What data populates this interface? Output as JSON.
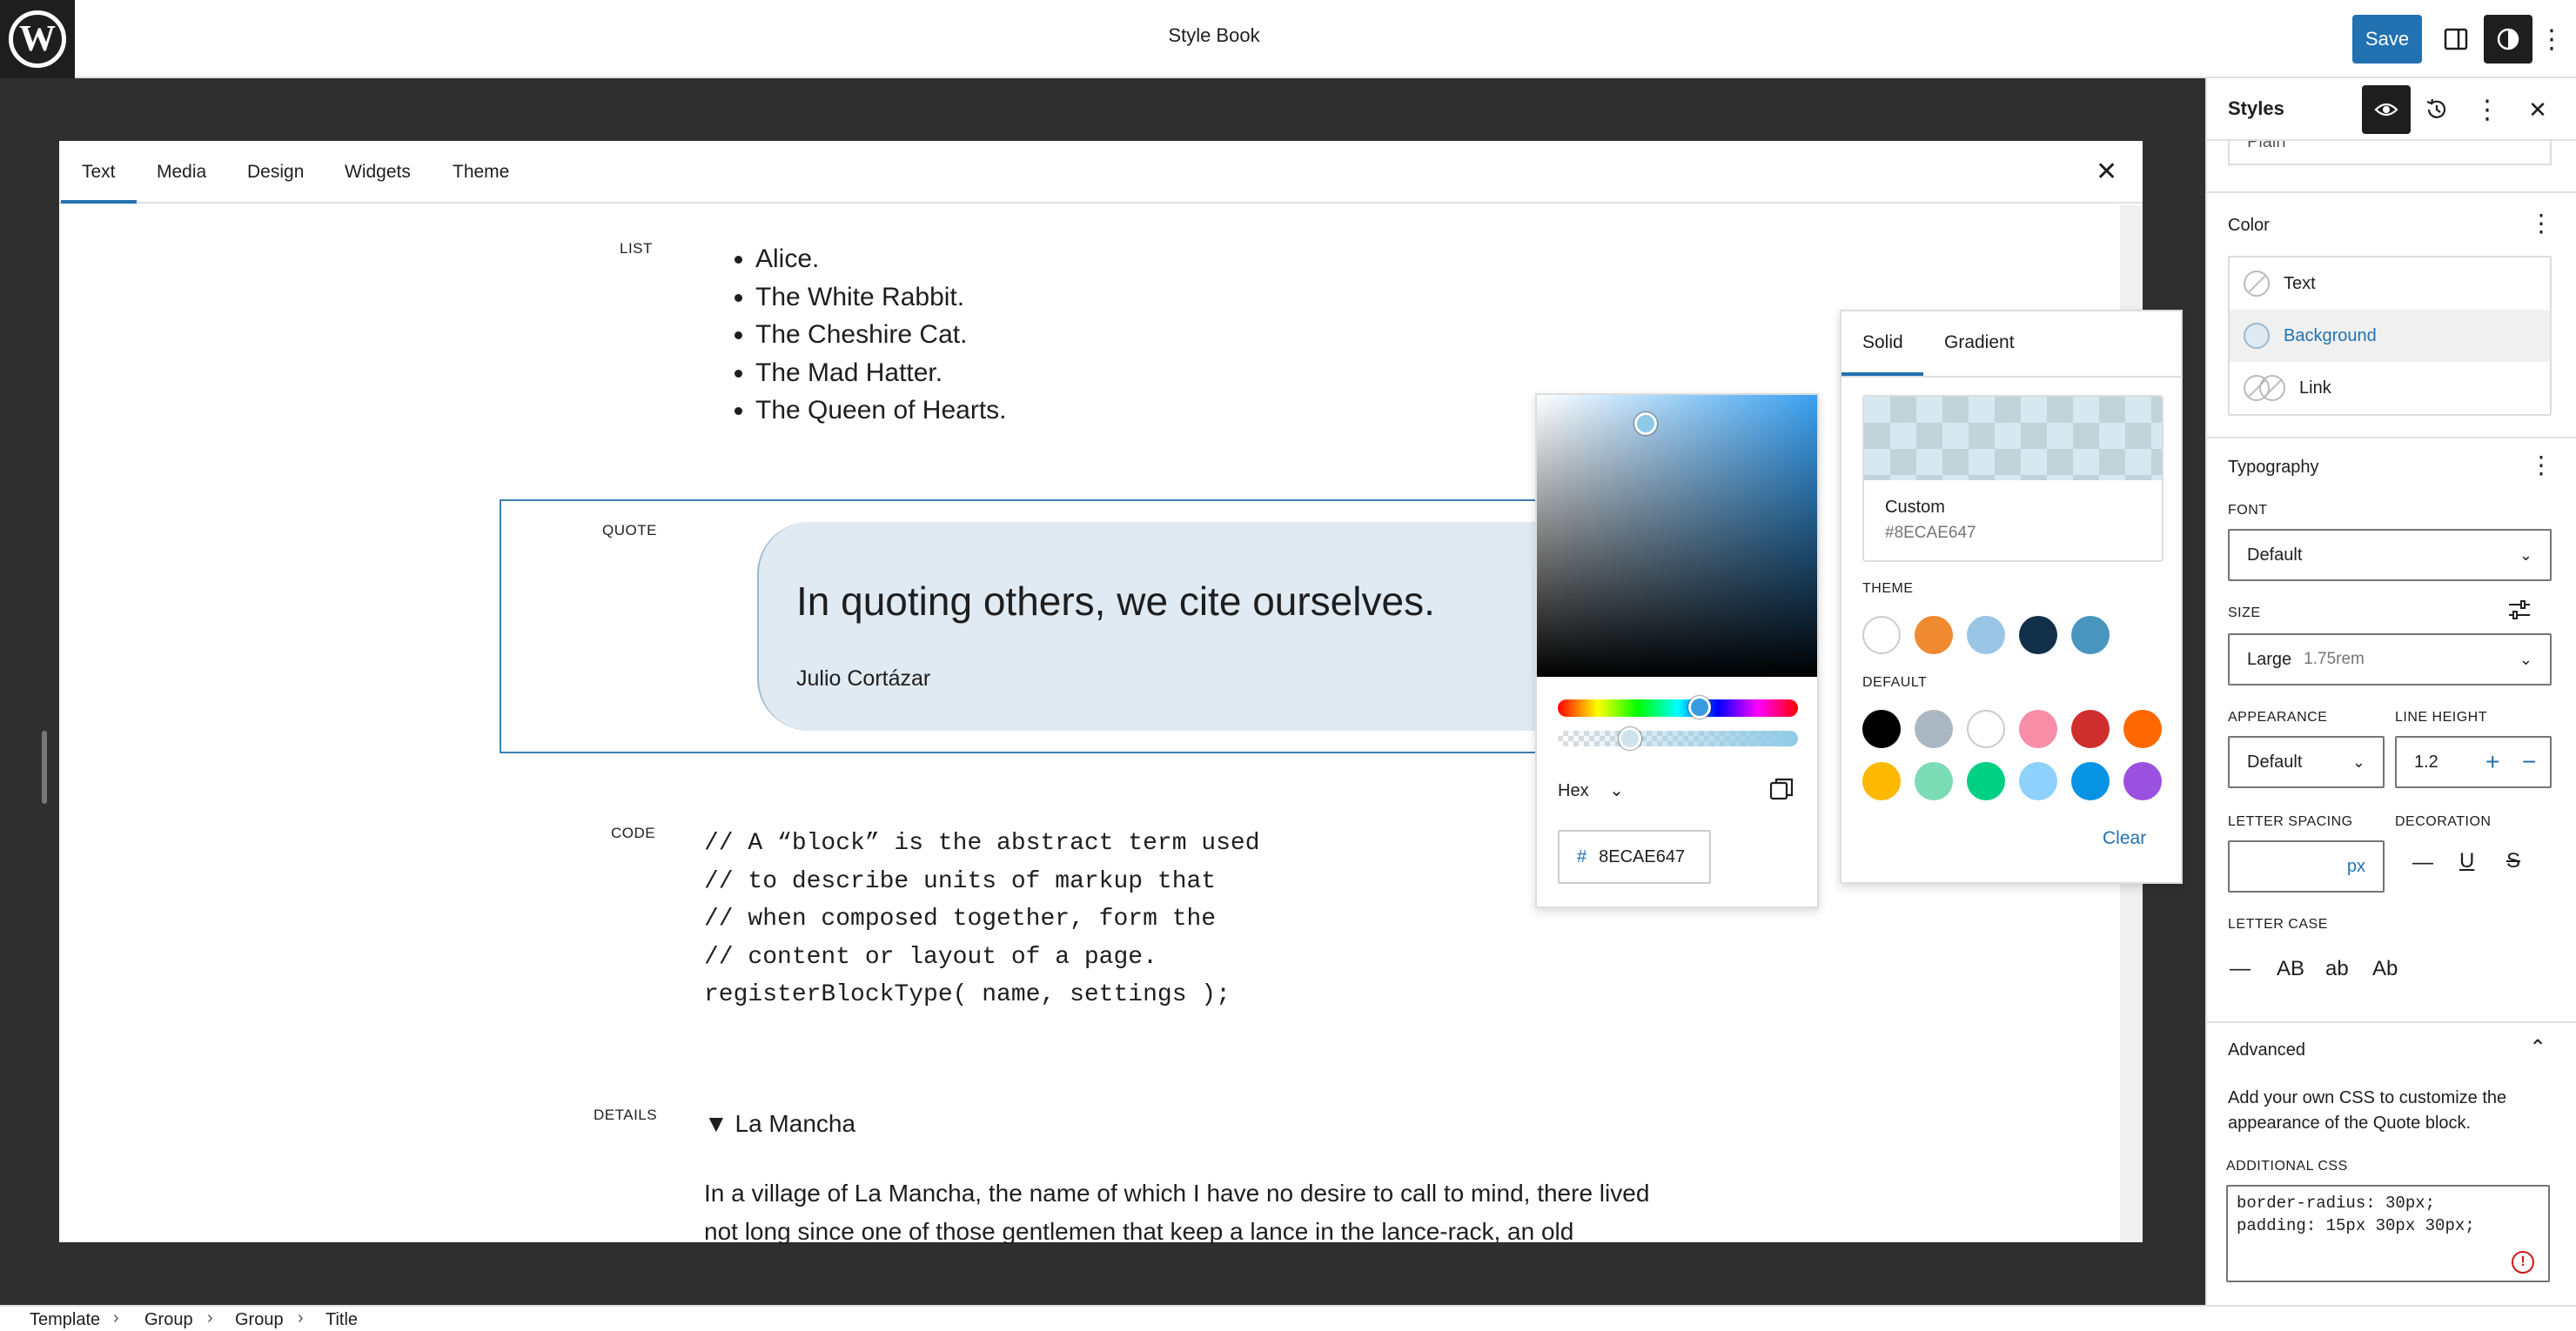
{
  "header": {
    "title": "Style Book",
    "save_label": "Save",
    "logo_icon": "wordpress-icon",
    "toggle_sidebar_icon": "sidebar-icon",
    "styles_icon": "half-circle-contrast-icon",
    "options_icon": "vertical-ellipsis-icon"
  },
  "stylebook": {
    "tabs": [
      "Text",
      "Media",
      "Design",
      "Widgets",
      "Theme"
    ],
    "active_tab": "Text",
    "list_label": "LIST",
    "list_items": [
      "Alice.",
      "The White Rabbit.",
      "The Cheshire Cat.",
      "The Mad Hatter.",
      "The Queen of Hearts."
    ],
    "quote_label": "QUOTE",
    "quote_text": "In quoting others, we cite ourselves.",
    "quote_cite": "Julio Cortázar",
    "code_label": "CODE",
    "code_text": "// A “block” is the abstract term used\n// to describe units of markup that\n// when composed together, form the\n// content or layout of a page.\nregisterBlockType( name, settings );",
    "details_label": "DETAILS",
    "details_summary": "▼ La Mancha",
    "details_body": "In a village of La Mancha, the name of which I have no desire to call to mind, there lived not long since one of those gentlemen that keep a lance in the lance-rack, an old"
  },
  "color_picker": {
    "format": "Hex",
    "hex_prefix": "#",
    "hex_value": "8ECAE647",
    "hue_fraction": 0.58,
    "alpha_fraction": 0.28,
    "selected_color": "#8ECAE647"
  },
  "color_panel": {
    "tabs": [
      "Solid",
      "Gradient"
    ],
    "active_tab": "Solid",
    "custom_label": "Custom",
    "custom_value": "#8ECAE647",
    "theme_label": "THEME",
    "theme_colors": [
      "#ffffff",
      "#f08a30",
      "#9ac5e5",
      "#13304a",
      "#4a94c0"
    ],
    "default_label": "DEFAULT",
    "default_colors": [
      "#000000",
      "#abb8c3",
      "#ffffff",
      "#f78da7",
      "#cf2e2e",
      "#ff6900",
      "#fcb900",
      "#7bdcb5",
      "#00d084",
      "#8ed1fc",
      "#0693e3",
      "#9b51e0"
    ],
    "clear_label": "Clear"
  },
  "sidebar": {
    "title": "Styles",
    "font_family_value": "Plain",
    "color_section": "Color",
    "color_items": [
      {
        "label": "Text",
        "selected": false
      },
      {
        "label": "Background",
        "selected": true
      },
      {
        "label": "Link",
        "selected": false
      }
    ],
    "typography_section": "Typography",
    "font_label": "FONT",
    "font_value": "Default",
    "size_label": "SIZE",
    "size_value": "Large",
    "size_sub": "1.75rem",
    "appearance_label": "APPEARANCE",
    "appearance_value": "Default",
    "line_height_label": "LINE HEIGHT",
    "line_height_value": "1.2",
    "letter_spacing_label": "LETTER SPACING",
    "letter_spacing_unit": "px",
    "decoration_label": "DECORATION",
    "letter_case_label": "LETTER CASE",
    "letter_case_options": [
      "—",
      "AB",
      "ab",
      "Ab"
    ],
    "advanced_section": "Advanced",
    "advanced_help": "Add your own CSS to customize the appearance of the Quote block.",
    "additional_css_label": "ADDITIONAL CSS",
    "additional_css_value": "border-radius: 30px;\npadding: 15px 30px 30px;"
  },
  "breadcrumb": [
    "Template",
    "Group",
    "Group",
    "Title"
  ]
}
